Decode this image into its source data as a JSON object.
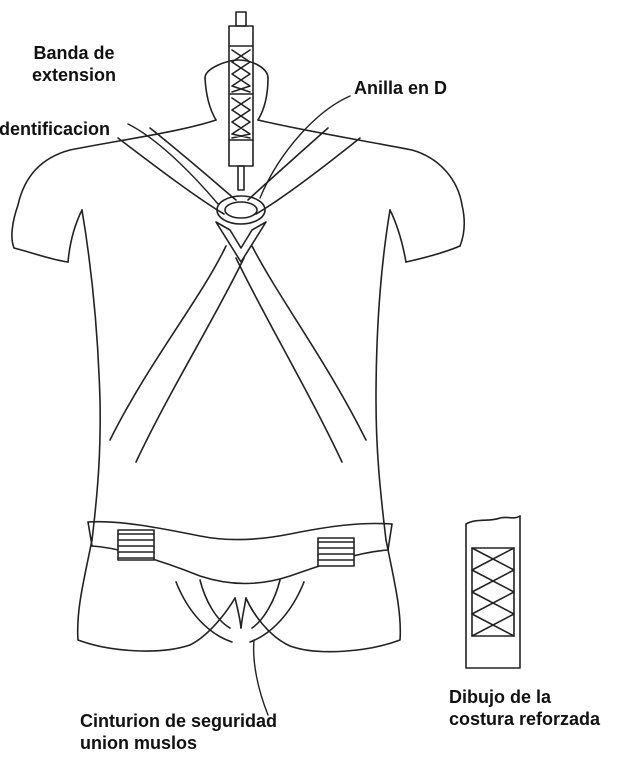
{
  "labels": {
    "banda_line1": "Banda de",
    "banda_line2": "extension",
    "anilla": "Anilla en D",
    "identificacion": "Identificacion",
    "cinturon_line1": "Cinturion de seguridad",
    "cinturon_line2": "union muslos",
    "dibujo_line1": "Dibujo de la",
    "dibujo_line2": "costura reforzada"
  },
  "colors": {
    "line": "#222222",
    "text": "#111111",
    "background": "#ffffff"
  },
  "icons": [
    "harness-diagram",
    "reinforced-stitch-pattern-icon"
  ]
}
